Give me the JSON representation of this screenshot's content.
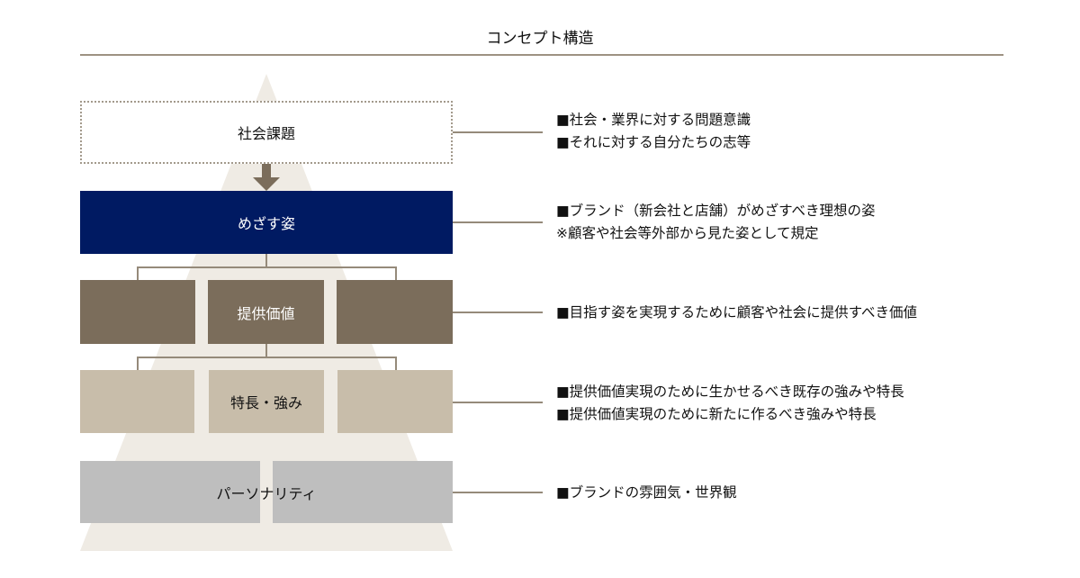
{
  "title": "コンセプト構造",
  "colors": {
    "pyramid_bg": "#EFEBE4",
    "rule": "#9D9282",
    "issue_border": "#A39A8C",
    "vision": "#001A62",
    "value": "#7B6D5B",
    "strength": "#C8BDAA",
    "personality": "#BEBEBE",
    "connector": "#958A7A"
  },
  "tiers": [
    {
      "id": "social-issue",
      "label": "社会課題",
      "style": "dotted-outline",
      "descriptions": [
        "■社会・業界に対する問題意識",
        "■それに対する自分たちの志等"
      ]
    },
    {
      "id": "vision",
      "label": "めざす姿",
      "style": "navy",
      "descriptions": [
        "■ブランド（新会社と店舗）がめざすべき理想の姿",
        "※顧客や社会等外部から見た姿として規定"
      ]
    },
    {
      "id": "value",
      "label": "提供価値",
      "style": "brown-3-boxes",
      "descriptions": [
        "■目指す姿を実現するために顧客や社会に提供すべき価値"
      ]
    },
    {
      "id": "strength",
      "label": "特長・強み",
      "style": "beige-3-boxes",
      "descriptions": [
        "■提供価値実現のために生かせるべき既存の強みや特長",
        "■提供価値実現のために新たに作るべき強みや特長"
      ]
    },
    {
      "id": "personality",
      "label": "パーソナリティ",
      "style": "gray-2-boxes",
      "descriptions": [
        "■ブランドの雰囲気・世界観"
      ]
    }
  ],
  "arrow_icon": "down-arrow-icon"
}
